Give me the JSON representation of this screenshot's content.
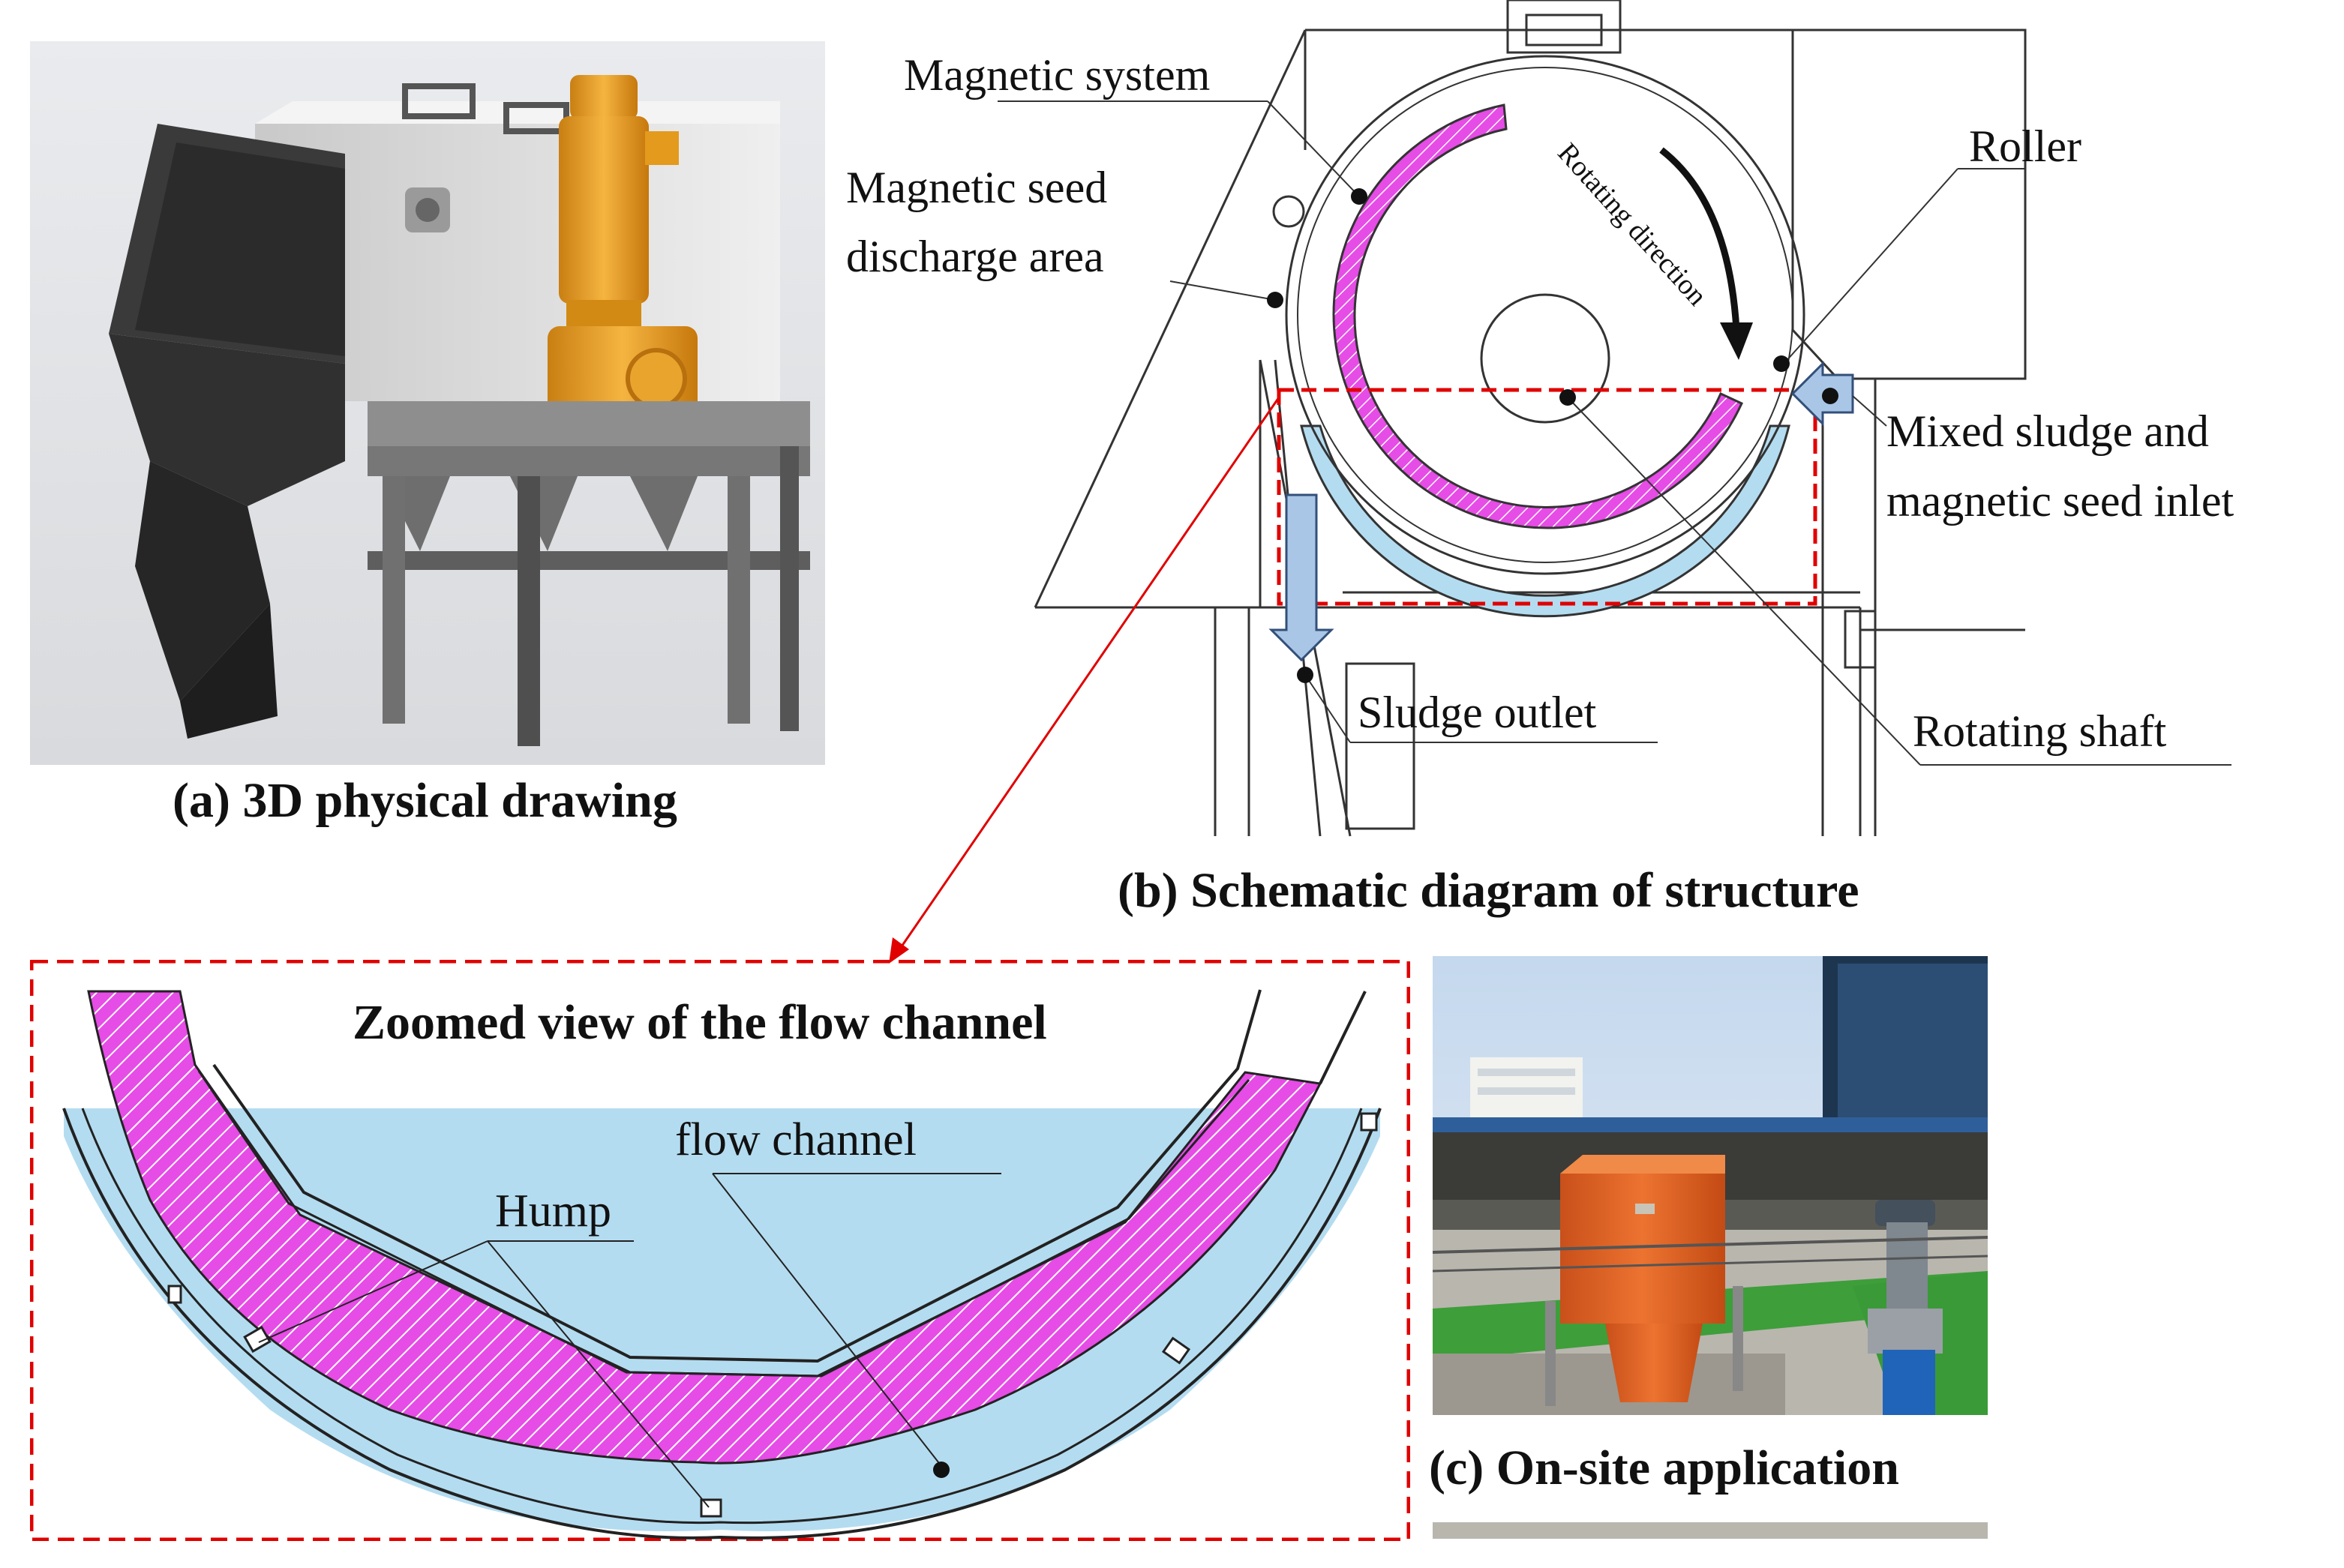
{
  "panels": {
    "a": {
      "caption": "(a) 3D physical drawing"
    },
    "b": {
      "caption": "(b) Schematic diagram of structure"
    },
    "c": {
      "caption": "(c) On-site application"
    }
  },
  "diagram_labels": {
    "magnetic_system": "Magnetic system",
    "discharge_line1": "Magnetic seed",
    "discharge_line2": "discharge area",
    "roller": "Roller",
    "rotating_direction": "Rotating direction",
    "inlet_line1": "Mixed sludge and",
    "inlet_line2": "magnetic seed inlet",
    "sludge_outlet": "Sludge outlet",
    "rotating_shaft": "Rotating shaft"
  },
  "zoom": {
    "title": "Zoomed view of the flow channel",
    "flow_channel": "flow channel",
    "hump": "Hump"
  },
  "colors": {
    "magnet_pink": "#e64ce6",
    "channel_blue": "#b4dcf0",
    "arrow_blue": "#a9c6e6",
    "highlight_red": "#e00000",
    "machine_orange": "#e8a21e",
    "site_orange": "#e0661c"
  }
}
